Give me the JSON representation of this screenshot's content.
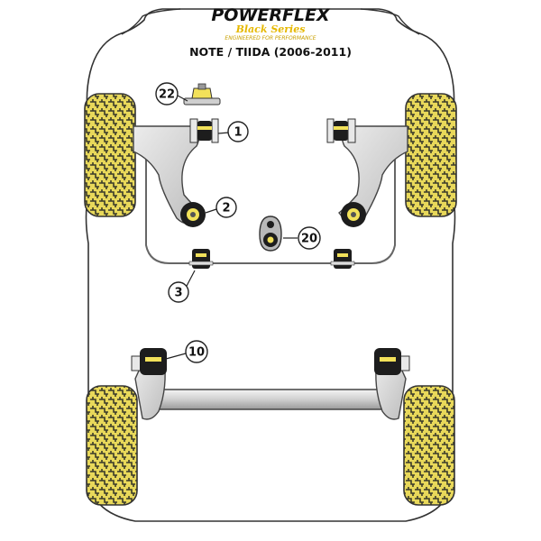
{
  "brand": {
    "name": "POWERFLEX",
    "series": "Black Series",
    "tagline": "ENGINEERED FOR PERFORMANCE"
  },
  "model": "NOTE / TIIDA (2006-2011)",
  "colors": {
    "tyre": "#e8d85a",
    "tread": "#3a3a2a",
    "arm": "#d6d6d6",
    "bush": "#f2e15a",
    "outline": "#222222"
  },
  "callouts": [
    {
      "id": "c22",
      "label": "22"
    },
    {
      "id": "c1",
      "label": "1"
    },
    {
      "id": "c2",
      "label": "2"
    },
    {
      "id": "c20",
      "label": "20"
    },
    {
      "id": "c3",
      "label": "3"
    },
    {
      "id": "c10",
      "label": "10"
    }
  ]
}
